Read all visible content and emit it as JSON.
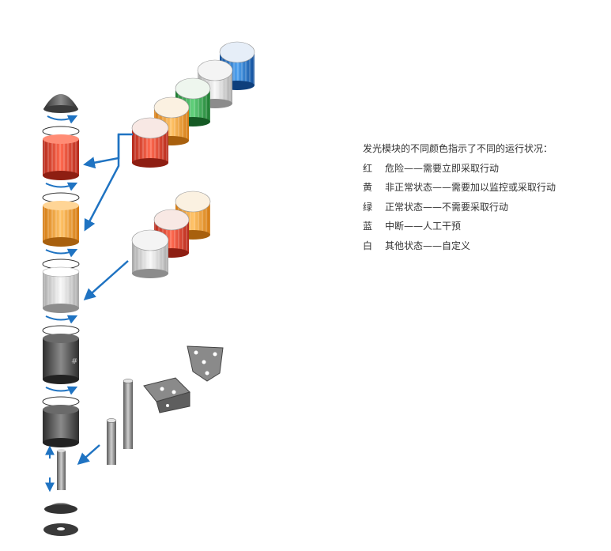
{
  "legend": {
    "title": "发光模块的不同颜色指示了不同的运行状况：",
    "items": [
      {
        "color": "红",
        "desc": "危险——需要立即采取行动"
      },
      {
        "color": "黄",
        "desc": "非正常状态——需要加以监控或采取行动"
      },
      {
        "color": "绿",
        "desc": "正常状态——不需要采取行动"
      },
      {
        "color": "蓝",
        "desc": "中断——人工干预"
      },
      {
        "color": "白",
        "desc": "其他状态——自定义"
      }
    ]
  },
  "colors": {
    "red": "#e8402c",
    "orange": "#f39c2a",
    "green": "#2f9e44",
    "blue": "#1a6fc4",
    "white": "#dcdcdc",
    "dark": "#4a4a4a",
    "arrow": "#1f73c2"
  }
}
